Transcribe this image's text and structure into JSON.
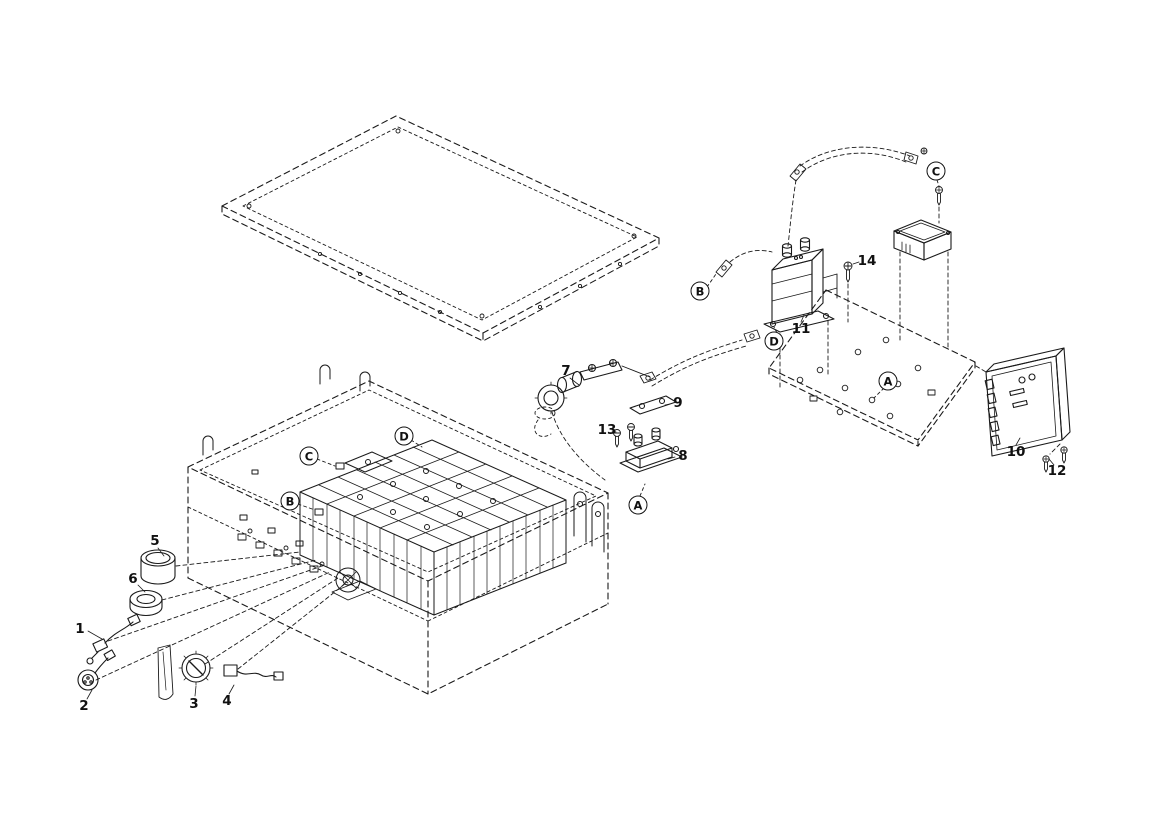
{
  "colors": {
    "background": "#ffffff",
    "line": "#1a1a1a"
  },
  "callouts": {
    "numbers": [
      {
        "id": "part-1",
        "text": "1"
      },
      {
        "id": "part-2",
        "text": "2"
      },
      {
        "id": "part-3",
        "text": "3"
      },
      {
        "id": "part-4",
        "text": "4"
      },
      {
        "id": "part-5",
        "text": "5"
      },
      {
        "id": "part-6",
        "text": "6"
      },
      {
        "id": "part-7",
        "text": "7"
      },
      {
        "id": "part-8",
        "text": "8"
      },
      {
        "id": "part-9",
        "text": "9"
      },
      {
        "id": "part-10",
        "text": "10"
      },
      {
        "id": "part-11",
        "text": "11"
      },
      {
        "id": "part-12",
        "text": "12"
      },
      {
        "id": "part-13",
        "text": "13"
      },
      {
        "id": "part-14",
        "text": "14"
      }
    ],
    "letters": [
      {
        "id": "ref-b-upper",
        "text": "B"
      },
      {
        "id": "ref-c-upper",
        "text": "C"
      },
      {
        "id": "ref-d-upper",
        "text": "D"
      },
      {
        "id": "ref-a-plate",
        "text": "A"
      },
      {
        "id": "ref-a-lower",
        "text": "A"
      },
      {
        "id": "ref-c-box",
        "text": "C"
      },
      {
        "id": "ref-b-box",
        "text": "B"
      },
      {
        "id": "ref-d-box",
        "text": "D"
      }
    ]
  }
}
